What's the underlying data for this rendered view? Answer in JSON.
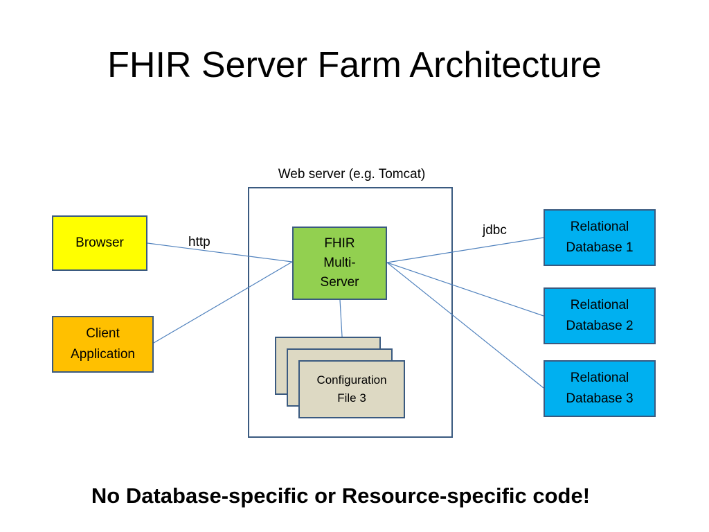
{
  "title": "FHIR Server Farm Architecture",
  "container_label": "Web server (e.g. Tomcat)",
  "nodes": {
    "browser": "Browser",
    "client_application": "Client\nApplication",
    "fhir_multi_server": "FHIR\nMulti-\nServer",
    "database_1": "Relational\nDatabase 1",
    "database_2": "Relational\nDatabase 2",
    "database_3": "Relational\nDatabase 3",
    "config_file_3": "Configuration\nFile 3"
  },
  "edge_labels": {
    "http": "http",
    "jdbc": "jdbc"
  },
  "footer": "No Database-specific or Resource-specific code!",
  "colors": {
    "browser": "#ffff00",
    "client": "#ffc000",
    "fhir": "#92d050",
    "database": "#00b0f0",
    "config": "#ddd9c3",
    "border": "#3a5a80",
    "line": "#4f81bd"
  }
}
